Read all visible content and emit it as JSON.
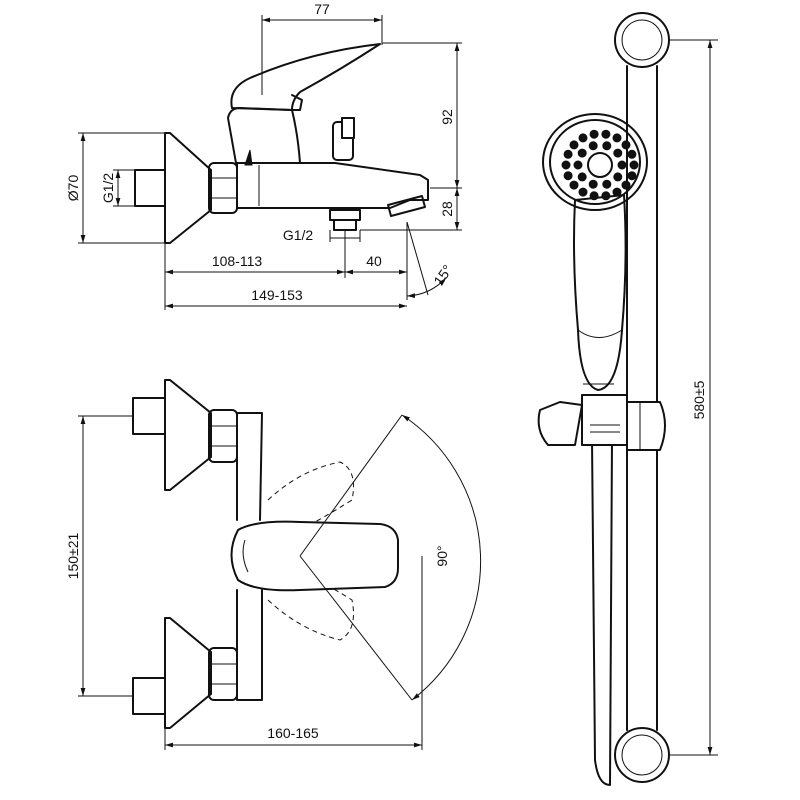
{
  "dimensions": {
    "lever_offset": "77",
    "spout_height": "92",
    "body_diameter": "Ø70",
    "inlet_thread": "G1/2",
    "outlet_thread": "G1/2",
    "spout_drop": "28",
    "wall_to_outlet": "108-113",
    "outlet_to_spout": "40",
    "spout_angle": "15°",
    "wall_to_spout": "149-153",
    "centre_distance": "150±21",
    "lever_rotation": "90°",
    "overall_width": "160-165",
    "rail_length": "580±5"
  }
}
